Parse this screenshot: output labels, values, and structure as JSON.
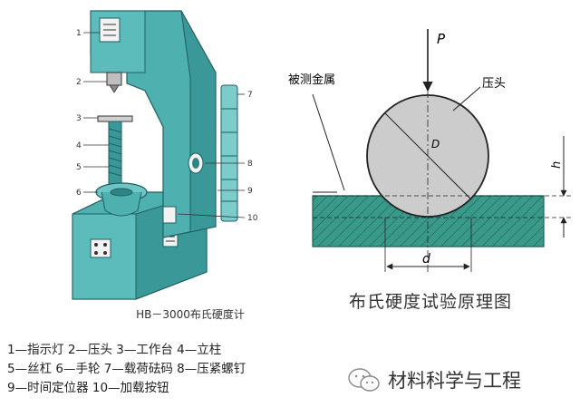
{
  "left_figure": {
    "caption": "HB－3000布氏硬度计",
    "callouts": [
      "1",
      "2",
      "3",
      "4",
      "5",
      "6",
      "7",
      "8",
      "9",
      "10"
    ]
  },
  "right_figure": {
    "caption": "布氏硬度试验原理图",
    "label_force": "P",
    "label_indenter": "压头",
    "label_material": "被测金属",
    "label_diameter_ball": "D",
    "label_diameter_indent": "d",
    "label_depth": "h"
  },
  "legend": [
    "1—指示灯 2—压头 3—工作台 4—立柱",
    "5—丝杠 6—手轮 7—载荷砝码 8—压紧螺钉",
    "9—时间定位器 10—加载按钮"
  ],
  "watermark": {
    "text": "材料科学与工程",
    "icon": "wechat-icon"
  },
  "colors": {
    "machine_body": "#4fb0b0",
    "machine_shade": "#2f8585",
    "specimen": "#3a9a8a",
    "ball": "#cccccc"
  }
}
